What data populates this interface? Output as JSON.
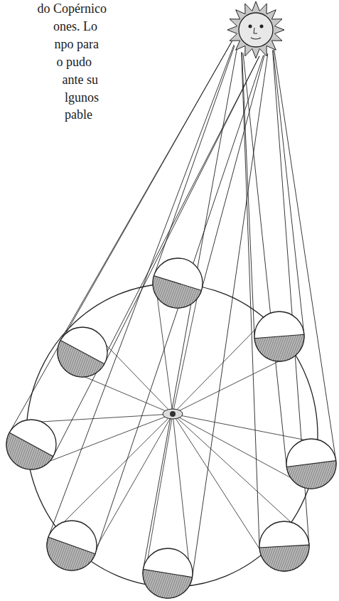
{
  "diagram": {
    "labels": [
      "do Copérnico",
      "ones. Lo",
      "npo para",
      "o pudo",
      "ante su",
      "lgunos",
      "pable"
    ]
  }
}
